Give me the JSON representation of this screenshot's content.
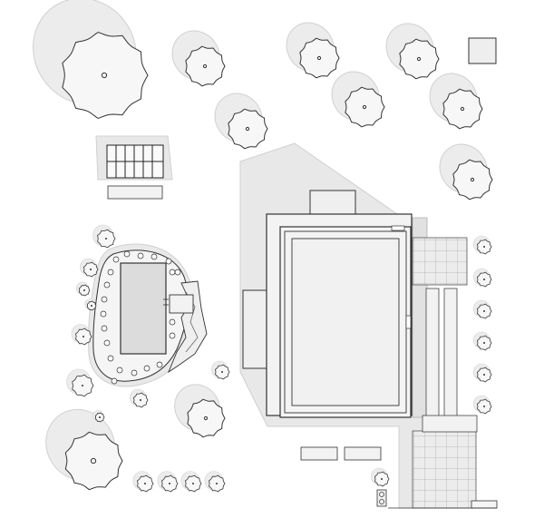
{
  "colors": {
    "background": "#ffffff",
    "stroke": "#333333",
    "shadow": "#e6e6e6",
    "shadow_stroke": "#d0d0d0",
    "paving": "#ebebeb",
    "roof": "#f1f1f1",
    "pool": "#dcdcdc",
    "canopy": "#f7f7f7",
    "tree_shadow": "#ececec"
  },
  "elements": {
    "trees": "tree-icon",
    "shrubs": "shrub-icon",
    "house": "house-roof",
    "pool": "pool",
    "pergola": "pergola"
  }
}
